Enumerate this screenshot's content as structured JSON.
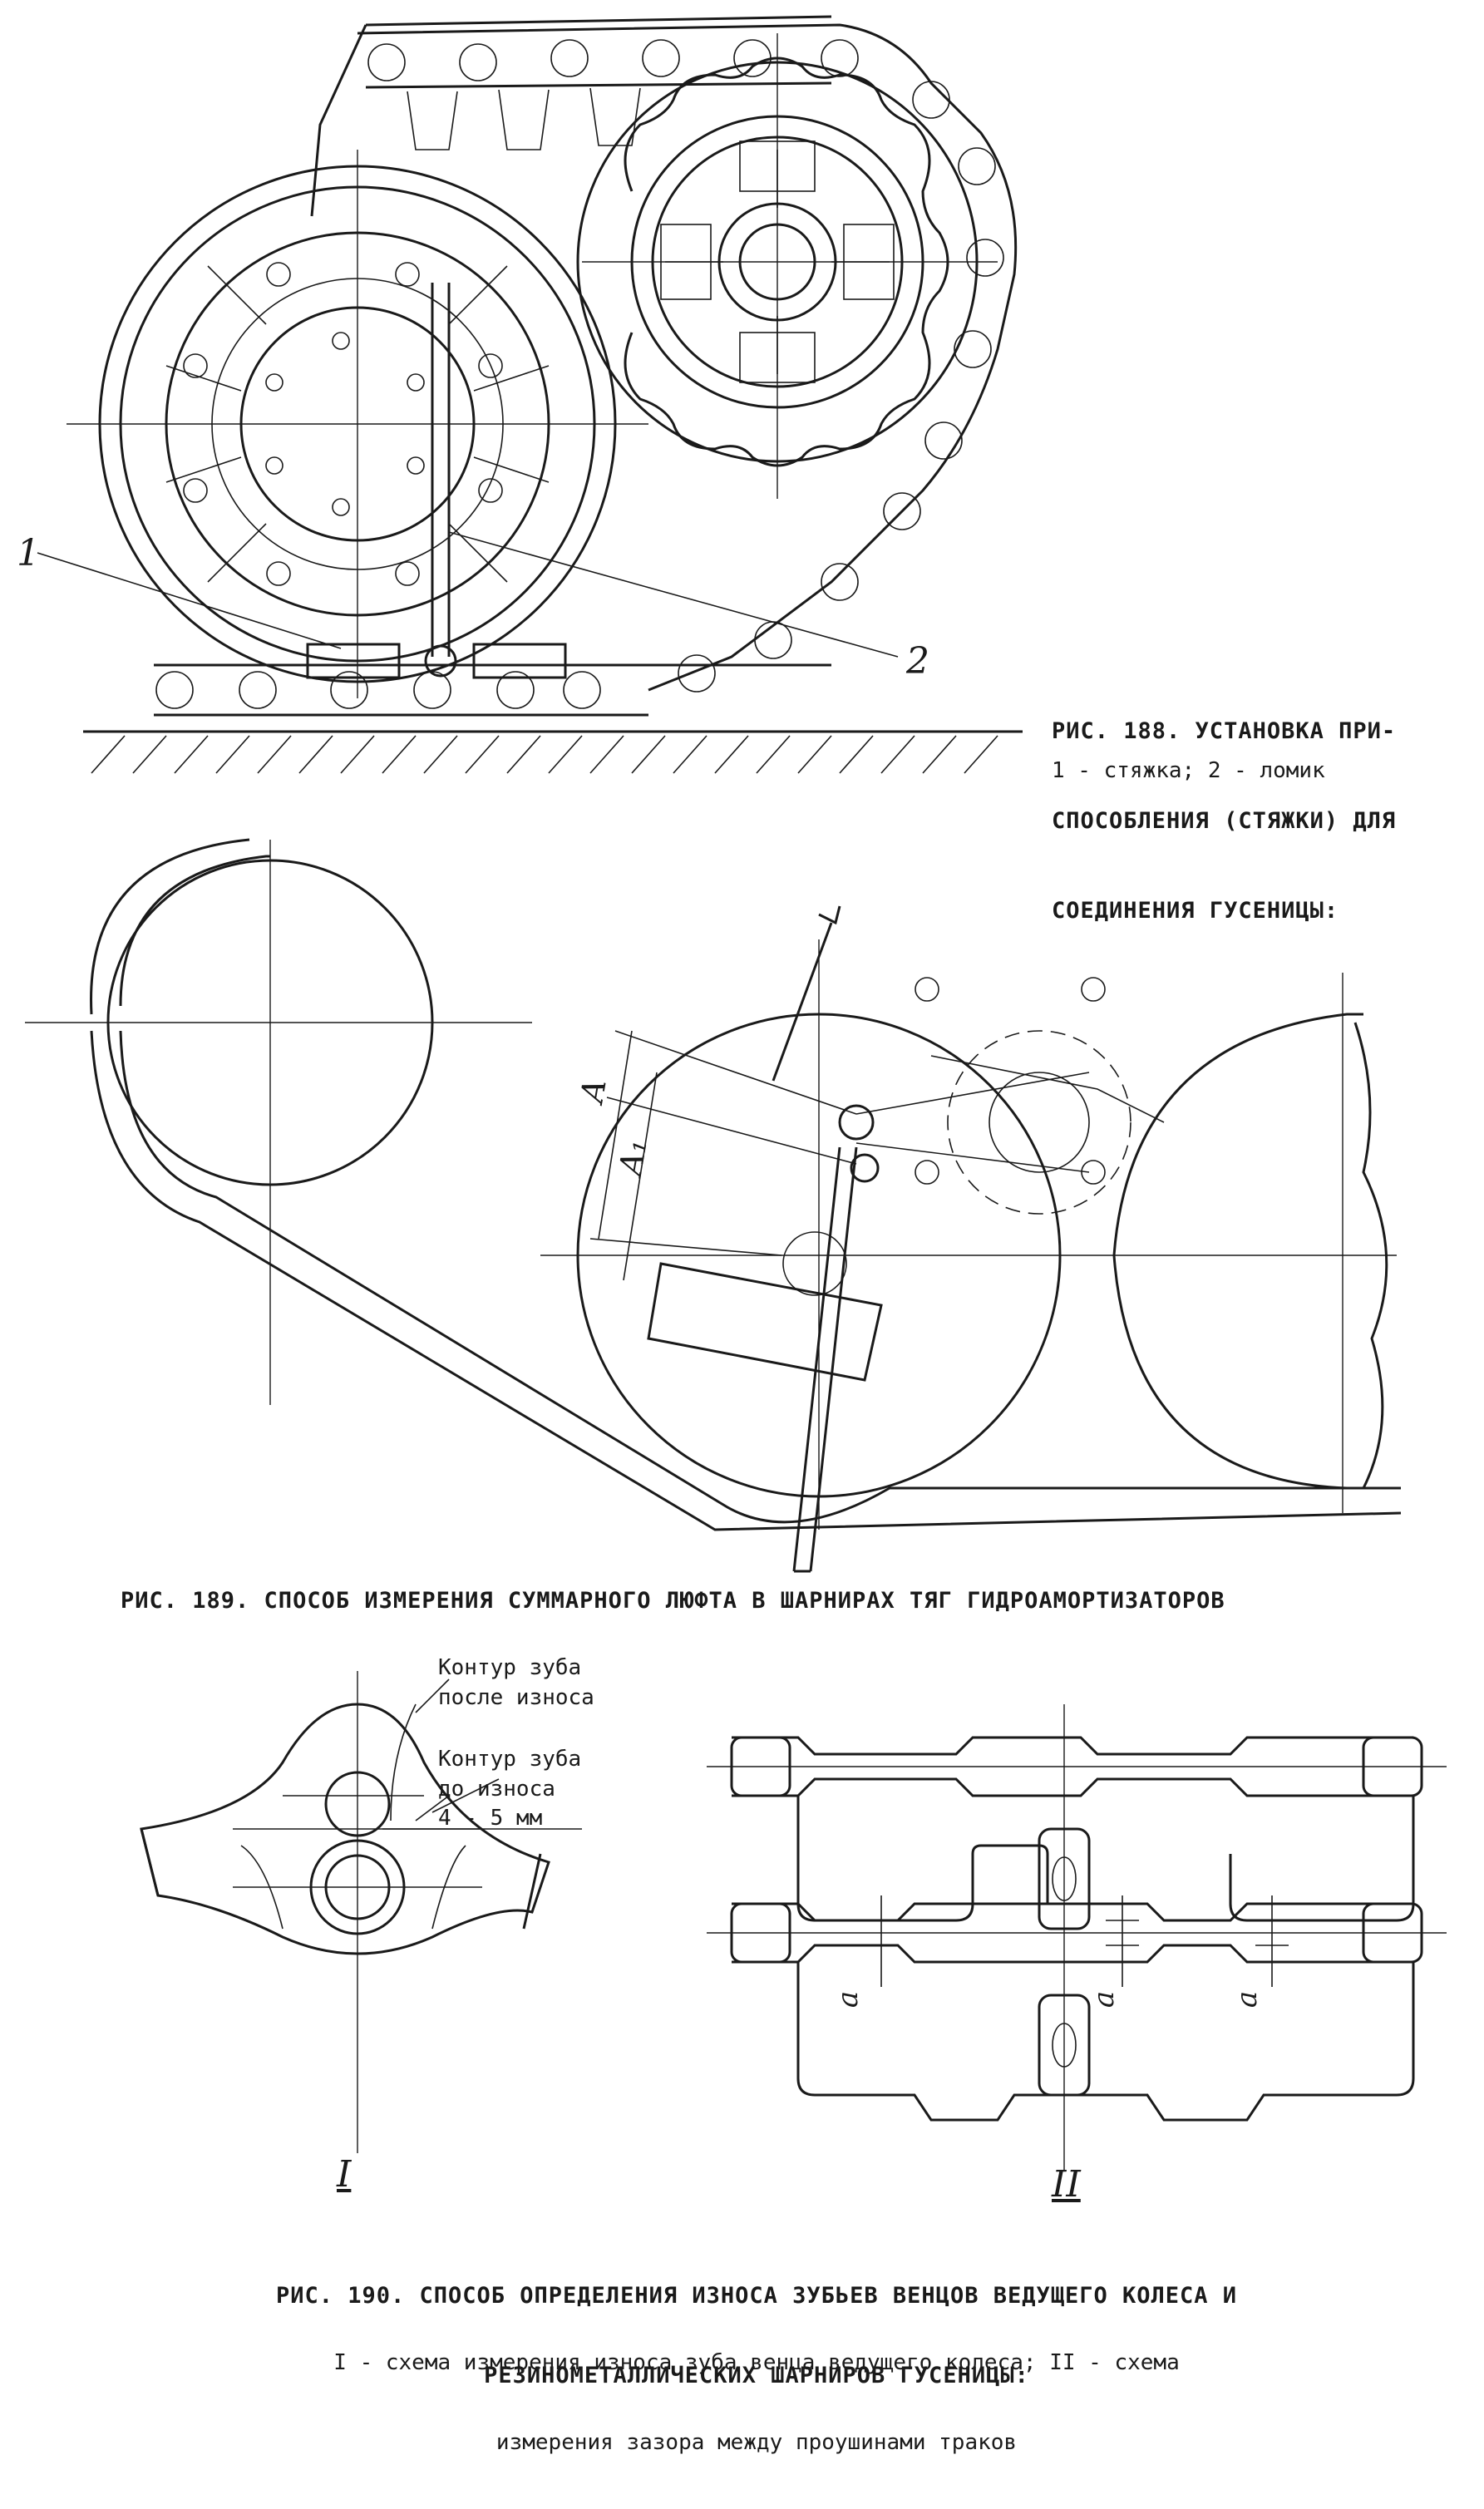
{
  "fig188": {
    "caption_lines": [
      "РИС. 188. УСТАНОВКА ПРИ-",
      "СПОСОБЛЕНИЯ (СТЯЖКИ) ДЛЯ",
      "СОЕДИНЕНИЯ ГУСЕНИЦЫ:"
    ],
    "legend": "1 - стяжка; 2 - ломик",
    "callouts": [
      "1",
      "2"
    ]
  },
  "fig189": {
    "caption": "РИС. 189. СПОСОБ ИЗМЕРЕНИЯ СУММАРНОГО ЛЮФТА В ШАРНИРАХ ТЯГ ГИДРОАМОРТИЗАТОРОВ",
    "dim_labels": [
      "A",
      "A₁"
    ]
  },
  "fig190": {
    "notes": {
      "after_wear": [
        "Контур зуба",
        "после износа"
      ],
      "before_wear": [
        "Контур зуба",
        "до износа"
      ],
      "gap": "4 - 5 мм"
    },
    "gap_label": "a",
    "part_labels": [
      "I",
      "II"
    ],
    "caption_lines": [
      "РИС. 190. СПОСОБ ОПРЕДЕЛЕНИЯ ИЗНОСА ЗУБЬЕВ ВЕНЦОВ ВЕДУЩЕГО КОЛЕСА И",
      "РЕЗИНОМЕТАЛЛИЧЕСКИХ ШАРНИРОВ ГУСЕНИЦЫ:"
    ],
    "legend_lines": [
      "I - схема измерения износа зуба венца ведущего колеса; II - схема",
      "измерения зазора между проушинами траков"
    ]
  }
}
